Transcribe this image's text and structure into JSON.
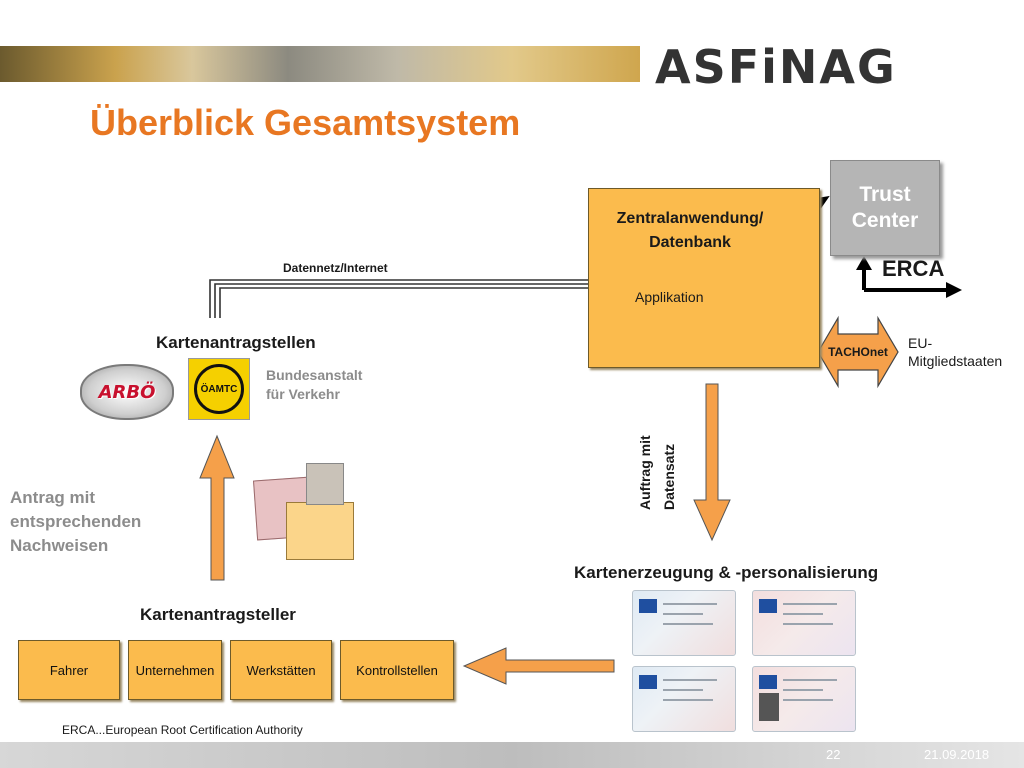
{
  "header": {
    "logo_text": "ASFiNAG",
    "title": "Überblick Gesamtsystem"
  },
  "central": {
    "title_line1": "Zentralanwendung/",
    "title_line2": "Datenbank",
    "app_label": "Applikation"
  },
  "trust": {
    "line1": "Trust",
    "line2": "Center"
  },
  "erca_label": "ERCA",
  "tachonet_label": "TACHOnet",
  "eu": {
    "line1": "EU-",
    "line2": "Mitgliedstaaten"
  },
  "network_label": "Datennetz/Internet",
  "agencies": {
    "title": "Kartenantragstellen",
    "arbo_logo": "ARBÖ",
    "oeamtc_logo": "ÖAMTC",
    "bundesanstalt_line1": "Bundesanstalt",
    "bundesanstalt_line2": "für Verkehr"
  },
  "request": {
    "line1": "Antrag mit",
    "line2": "entsprechenden",
    "line3": "Nachweisen"
  },
  "order": {
    "line1": "Auftrag mit",
    "line2": "Datensatz"
  },
  "production_title": "Kartenerzeugung & -personalisierung",
  "applicants": {
    "title": "Kartenantragsteller",
    "items": [
      "Fahrer",
      "Unternehmen",
      "Werkstätten",
      "Kontrollstellen"
    ]
  },
  "footnote": "ERCA...European Root Certification Authority",
  "footer": {
    "page": "22",
    "date": "21.09.2018"
  },
  "colors": {
    "accent": "#e87722",
    "box": "#fbbb4d",
    "arrow": "#f5a04a"
  }
}
